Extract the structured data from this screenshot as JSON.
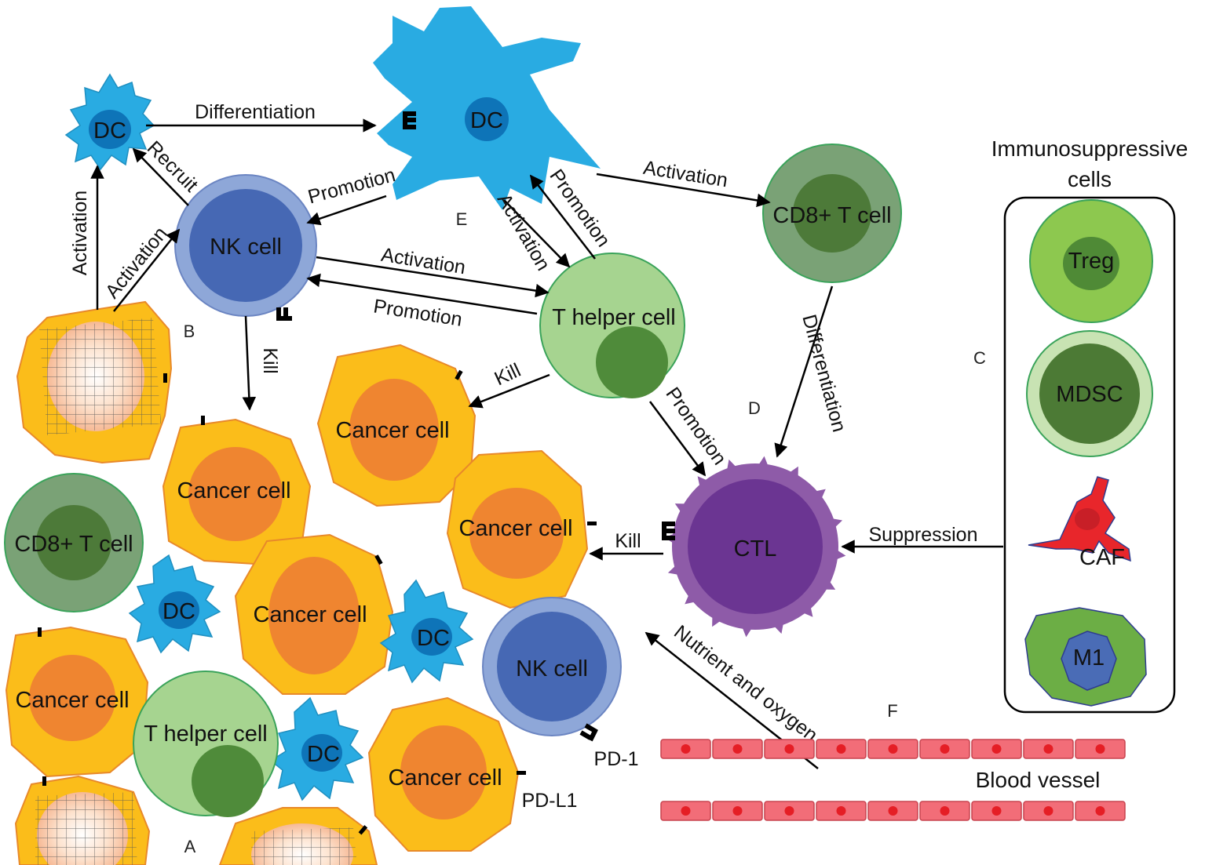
{
  "colors": {
    "dc": "#29abe2",
    "dc_nucleus": "#0e74b8",
    "nk_outer": "#8ea7d8",
    "nk_inner": "#4668b4",
    "cd8_outer": "#7aa276",
    "cd8_inner": "#4d7a39",
    "th_outer": "#a6d490",
    "th_inner": "#4f8b3a",
    "ctl_outer": "#8e5ba8",
    "ctl_inner": "#6b3592",
    "cancer_outer": "#fbbd1a",
    "cancer_nucleus": "#ef8530",
    "treg_outer": "#8dc84f",
    "treg_inner": "#4f8a36",
    "mdsc_outer": "#c8e3b3",
    "mdsc_inner": "#4c7a35",
    "caf": "#e8262b",
    "m1_outer": "#6cae45",
    "m1_inner": "#4a6cb6",
    "vessel": "#f26d78",
    "vessel_dot": "#e51e25"
  },
  "cells": {
    "dc_small": "DC",
    "dc_large": "DC",
    "nk_top": "NK cell",
    "cd8_top": "CD8+ T cell",
    "th_top": "T helper cell",
    "ctl": "CTL",
    "cancer_1": "Cancer cell",
    "cancer_2": "Cancer cell",
    "cancer_3": "Cancer cell",
    "cancer_4": "Cancer cell",
    "cancer_5": "Cancer cell",
    "cancer_6": "Cancer cell",
    "cd8_left": "CD8+ T cell",
    "dc_b1": "DC",
    "dc_b2": "DC",
    "dc_b3": "DC",
    "nk_bottom": "NK cell",
    "th_bottom": "T helper cell"
  },
  "arrows": {
    "differentiation_dc": "Differentiation",
    "activation_vertical": "Activation",
    "recruit": "Recruit",
    "activation_cancer_nk": "Activation",
    "promotion_dc_nk": "Promotion",
    "activation_nk_th": "Activation",
    "promotion_th_nk": "Promotion",
    "kill_nk": "Kill",
    "activation_dc_th": "Activation",
    "promotion_th_dc": "Promotion",
    "activation_dc_cd8": "Activation",
    "differentiation_cd8_ctl": "Differentiation",
    "kill_th": "Kill",
    "promotion_th_ctl": "Promotion",
    "kill_ctl": "Kill",
    "suppression": "Suppression",
    "nutrient": "Nutrient and oxygen"
  },
  "letters": {
    "a": "A",
    "b": "B",
    "c": "C",
    "d": "D",
    "e": "E",
    "f": "F"
  },
  "immunosuppressive": {
    "title_line1": "Immunosuppressive",
    "title_line2": "cells",
    "treg": "Treg",
    "mdsc": "MDSC",
    "caf": "CAF",
    "m1": "M1"
  },
  "markers": {
    "pd1": "PD-1",
    "pdl1": "PD-L1"
  },
  "vessel_label": "Blood vessel"
}
